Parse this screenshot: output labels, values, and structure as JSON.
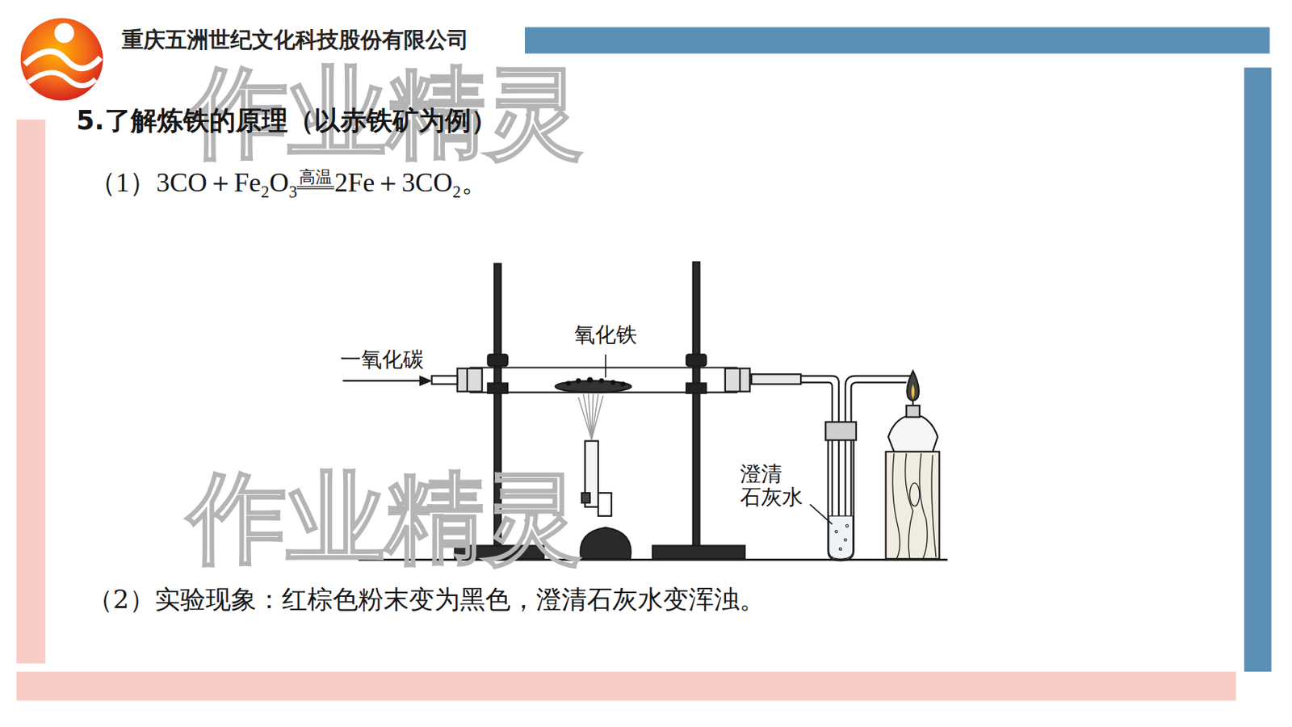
{
  "diagram": {
    "title": "5.了解炼铁的原理（以赤铁矿为例）",
    "labels": [
      "重庆五洲世纪文化科技股份有限公司",
      "作业精灵",
      "（1）3CO＋Fe",
      "2",
      "O",
      "3",
      "高温",
      "2Fe＋3CO",
      "2",
      "。",
      "氧化铁",
      "一氧化碳",
      "澄清 石灰水",
      "作业精灵",
      "（2）实验现象：红棕色粉末变为黑色，澄清石灰水变浑浊。"
    ]
  }
}
